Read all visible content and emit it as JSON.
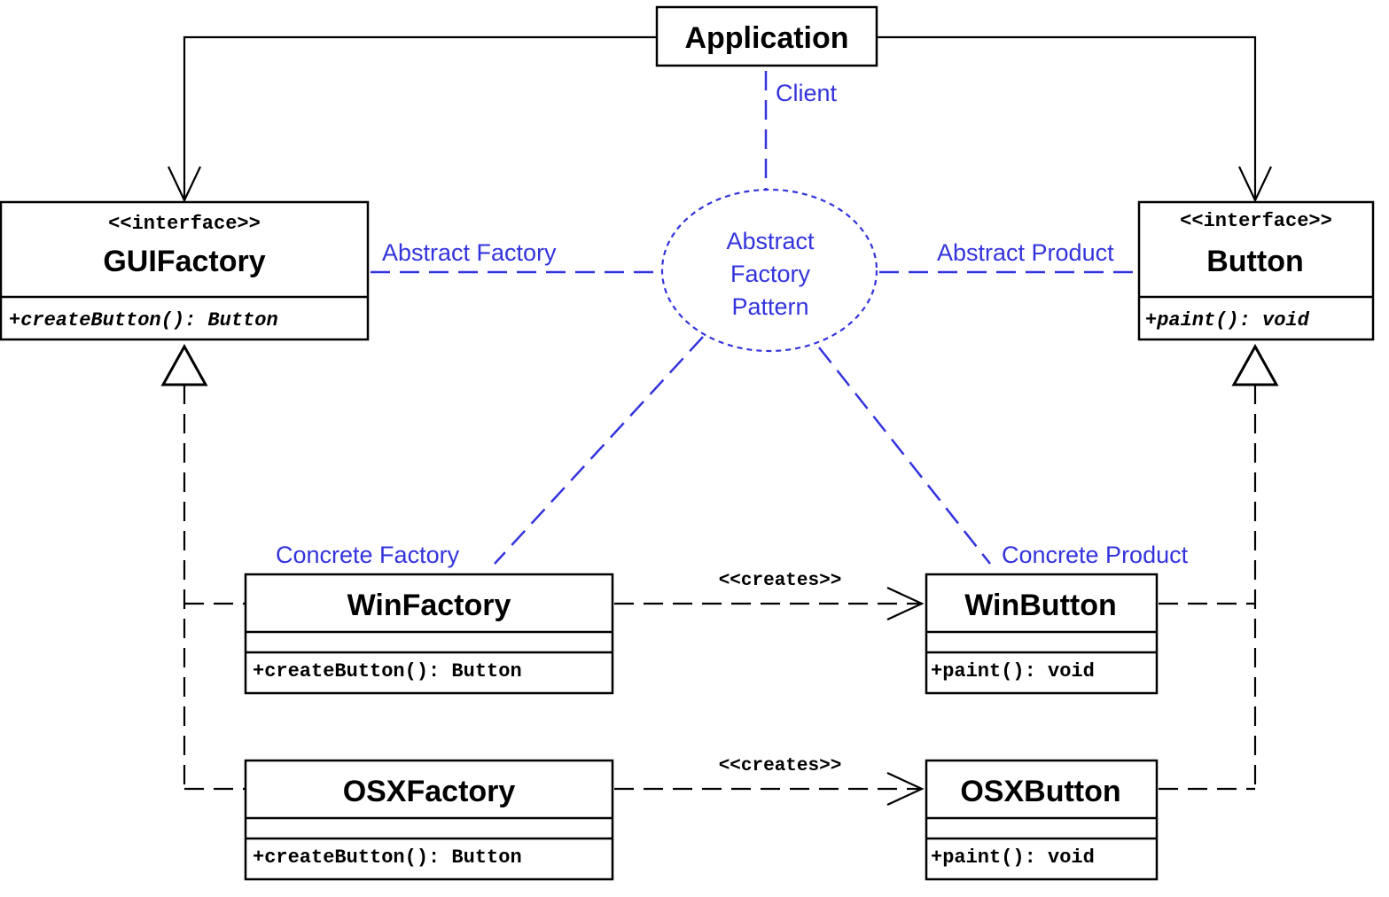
{
  "colors": {
    "line": "#000000",
    "annotation": "#3333dd",
    "background": "#ffffff"
  },
  "classes": {
    "application": {
      "name": "Application"
    },
    "gui_factory": {
      "stereotype": "<<interface>>",
      "name": "GUIFactory",
      "operation": "+createButton(): Button"
    },
    "button": {
      "stereotype": "<<interface>>",
      "name": "Button",
      "operation": "+paint(): void"
    },
    "win_factory": {
      "name": "WinFactory",
      "operation": "+createButton(): Button"
    },
    "osx_factory": {
      "name": "OSXFactory",
      "operation": "+createButton(): Button"
    },
    "win_button": {
      "name": "WinButton",
      "operation": "+paint(): void"
    },
    "osx_button": {
      "name": "OSXButton",
      "operation": "+paint(): void"
    }
  },
  "relations": {
    "creates_label": "<<creates>>"
  },
  "annotations": {
    "pattern_line1": "Abstract",
    "pattern_line2": "Factory",
    "pattern_line3": "Pattern",
    "client": "Client",
    "abstract_factory": "Abstract Factory",
    "abstract_product": "Abstract Product",
    "concrete_factory": "Concrete Factory",
    "concrete_product": "Concrete Product"
  }
}
